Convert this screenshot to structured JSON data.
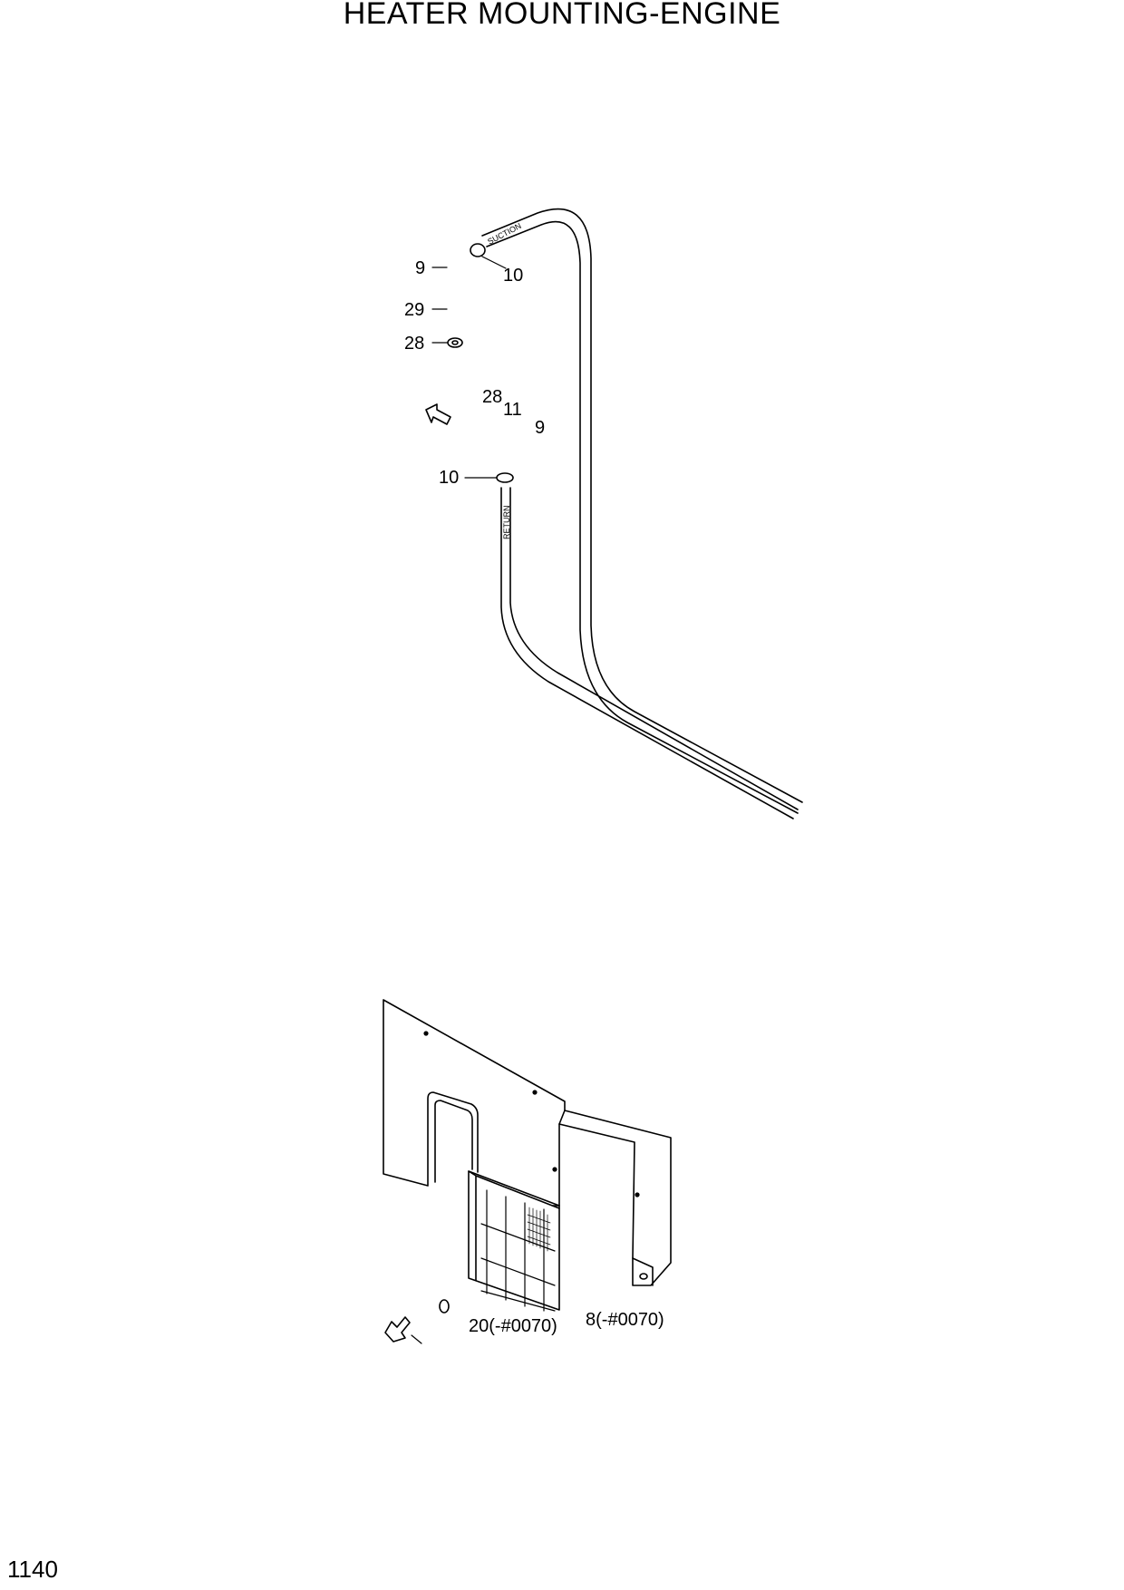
{
  "title": "HEATER MOUNTING-ENGINE",
  "page_number": "1140",
  "hose_markings": {
    "suction": "SUCTION",
    "return": "RETURN"
  },
  "callouts": {
    "c9_top": "9",
    "c10_top": "10",
    "c29": "29",
    "c28_left": "28",
    "c28_mid": "28",
    "c11": "11",
    "c9_mid": "9",
    "c10_lower": "10",
    "c20": "20(-#0070)",
    "c8": "8(-#0070)"
  }
}
